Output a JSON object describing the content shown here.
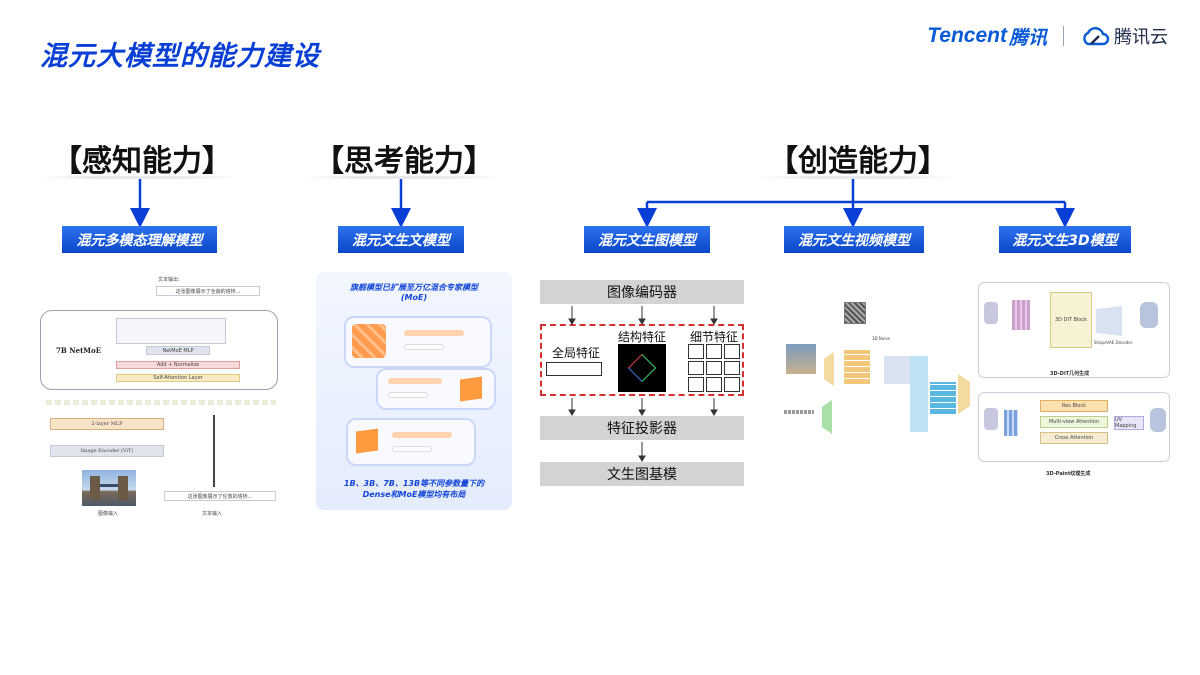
{
  "title": "混元大模型的能力建设",
  "brand": {
    "tencent": "Tencent",
    "tencent_cn": "腾讯",
    "cloud": "腾讯云"
  },
  "capabilities": {
    "perception": "【感知能力】",
    "thinking": "【思考能力】",
    "creation": "【创造能力】"
  },
  "models": {
    "multimodal": "混元多模态理解模型",
    "text": "混元文生文模型",
    "image": "混元文生图模型",
    "video": "混元文生视频模型",
    "three_d": "混元文生3D模型"
  },
  "perception_panel": {
    "text_output_title": "文本输出:",
    "text_output_value": "这张图像展示了全貌的塔桥...",
    "model_name": "7B NetMoE",
    "netmoe_mlp": "NetMoE MLP",
    "add_norm": "Add + Normalize",
    "self_attention": "Self-Attention Layer",
    "expert_mlp": "2-layer MLP",
    "image_encoder": "Image Encoder (ViT)",
    "text_input_value": "这张图像展示了伦敦的塔桥...",
    "image_input_label": "图像输入",
    "text_input_label": "文本输入"
  },
  "text_panel": {
    "top_text_line1": "旗舰模型已扩展至万亿混合专家模型",
    "top_text_line2": "(MoE)",
    "bottom_text_line1": "1B、3B、7B、13B等不同参数量下的",
    "bottom_text_line2": "Dense和MoE模型均有布局"
  },
  "image_panel": {
    "image_encoder": "图像编码器",
    "global_feature": "全局特征",
    "structure_feature": "结构特征",
    "detail_feature": "细节特征",
    "feature_projector": "特征投影器",
    "base_model": "文生图基模"
  },
  "video_panel": {
    "caption": "3D Noise"
  },
  "three_d_panel": {
    "stage1_title": "3D-DiT几何生成",
    "stage2_title": "3D-Paint纹理生成",
    "block_dit": "3D DiT Block",
    "block_vae": "ShapeVAE Decoder",
    "block_ref": "Res Block",
    "block_multi": "Multi-view Attention",
    "block_cross": "Cross Attention",
    "block_uv": "UV Mapping"
  },
  "colors": {
    "accent": "#0a3fd6",
    "brand": "#0a5bd6",
    "dash": "#d43030"
  },
  "icons": [
    "arrow-down-icon",
    "cloud-icon"
  ]
}
